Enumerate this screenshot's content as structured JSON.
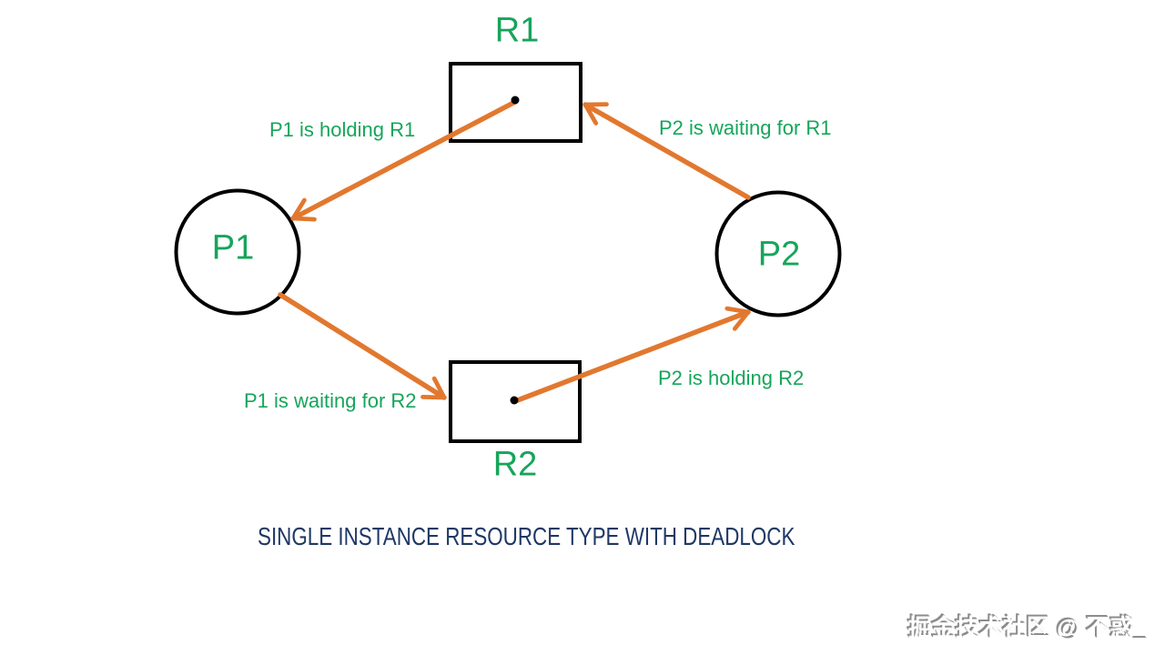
{
  "colors": {
    "green": "#16A55A",
    "orange": "#E2782F",
    "navy": "#1F3864",
    "ink": "#000000",
    "background": "#FFFFFF",
    "watermark_gray": "#8C8C8C"
  },
  "diagram": {
    "caption": "SINGLE INSTANCE RESOURCE TYPE WITH DEADLOCK",
    "nodes": {
      "r1": {
        "label": "R1",
        "type": "resource"
      },
      "r2": {
        "label": "R2",
        "type": "resource"
      },
      "p1": {
        "label": "P1",
        "type": "process"
      },
      "p2": {
        "label": "P2",
        "type": "process"
      }
    },
    "edges": [
      {
        "id": "r1-to-p1",
        "label": "P1 is holding R1"
      },
      {
        "id": "p2-to-r1",
        "label": "P2 is waiting for R1"
      },
      {
        "id": "p1-to-r2",
        "label": "P1 is waiting for R2"
      },
      {
        "id": "r2-to-p2",
        "label": "P2 is holding R2"
      }
    ]
  },
  "watermark": {
    "text": "掘金技术社区 @ 不惑_"
  }
}
